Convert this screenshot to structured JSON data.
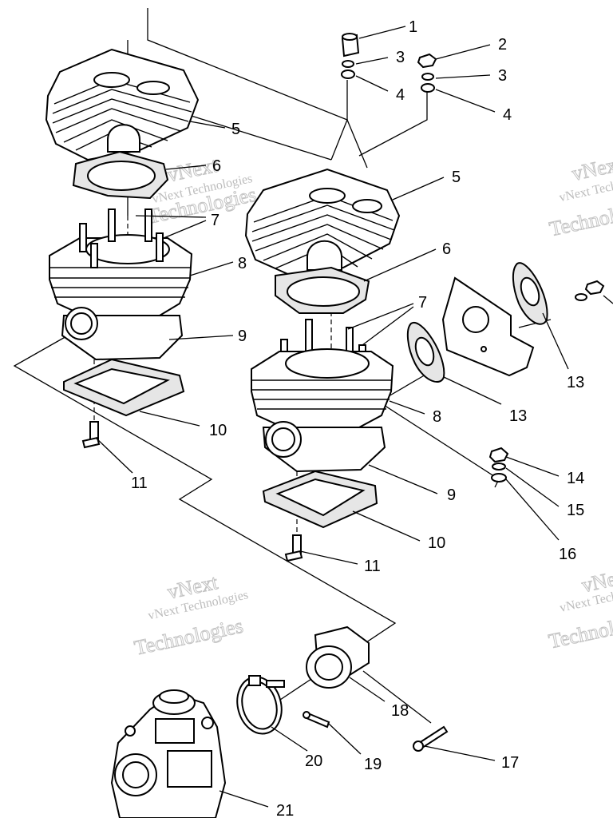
{
  "callouts": {
    "c1": "1",
    "c2": "2",
    "c3a": "3",
    "c3b": "3",
    "c4a": "4",
    "c4b": "4",
    "c5a": "5",
    "c5b": "5",
    "c6a": "6",
    "c6b": "6",
    "c7a": "7",
    "c7b": "7",
    "c8a": "8",
    "c8b": "8",
    "c9a": "9",
    "c9b": "9",
    "c10a": "10",
    "c10b": "10",
    "c11a": "11",
    "c11b": "11",
    "c13a": "13",
    "c13b": "13",
    "c14": "14",
    "c15": "15",
    "c16": "16",
    "c17": "17",
    "c18": "18",
    "c19": "19",
    "c20": "20",
    "c21": "21"
  },
  "watermark": {
    "brand": "vNext",
    "company": "vNext Technologies",
    "word": "Technologies"
  }
}
